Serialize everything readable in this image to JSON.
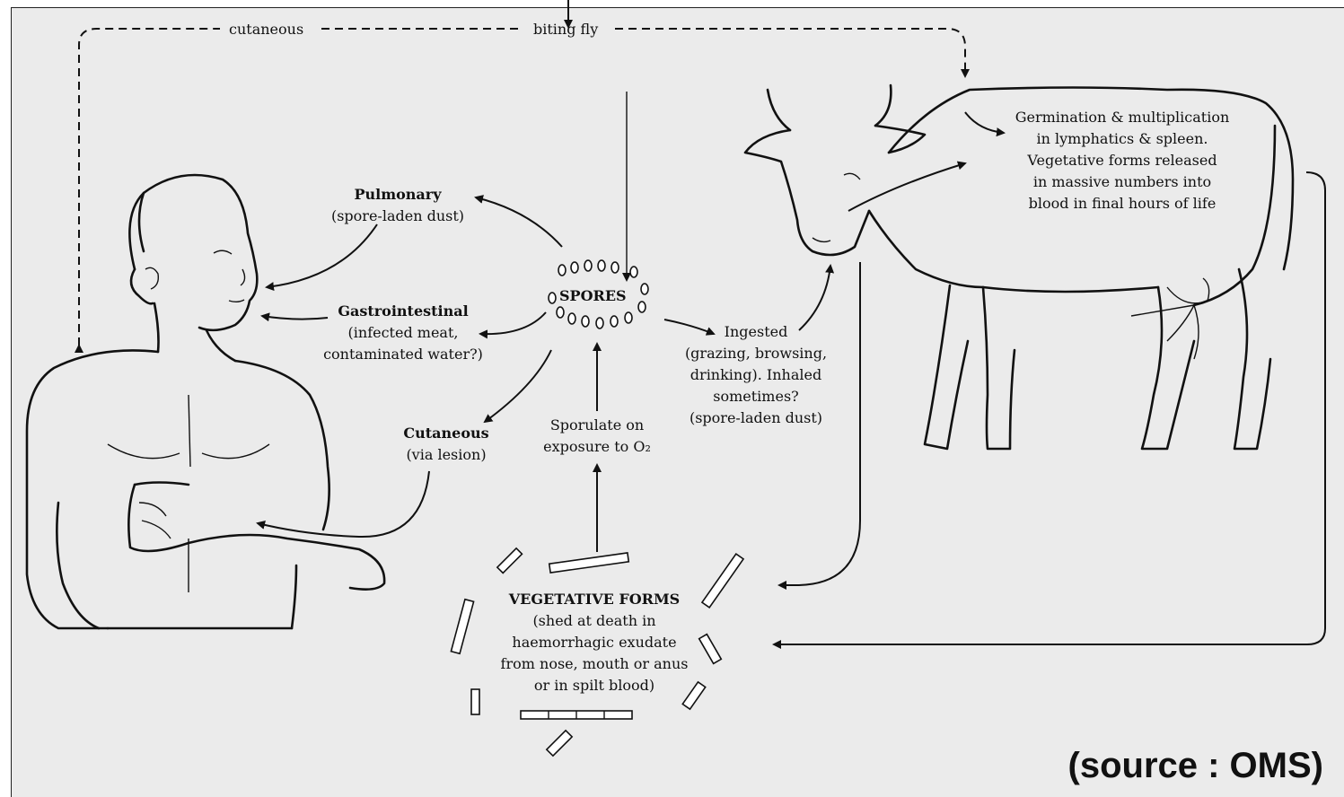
{
  "title_top": {
    "cutaneous": "cutaneous",
    "biting_fly": "biting fly"
  },
  "labels": {
    "pulmonary": [
      "Pulmonary",
      "(spore-laden dust)"
    ],
    "gastro": [
      "Gastrointestinal",
      "(infected meat,",
      "contaminated water?)"
    ],
    "cutaneous": [
      "Cutaneous",
      "(via lesion)"
    ],
    "spores": "SPORES",
    "ingested": [
      "Ingested",
      "(grazing, browsing,",
      "drinking). Inhaled",
      "sometimes?",
      "(spore-laden dust)"
    ],
    "sporulate": [
      "Sporulate on",
      "exposure to O₂"
    ],
    "germination": [
      "Germination & multiplication",
      "in lymphatics & spleen.",
      "Vegetative forms released",
      "in massive numbers into",
      "blood in final hours of life"
    ],
    "vegetative": [
      "VEGETATIVE FORMS",
      "(shed at death in",
      "haemorrhagic exudate",
      "from nose, mouth or anus",
      "or in spilt blood)"
    ]
  },
  "source": "(source : OMS)"
}
